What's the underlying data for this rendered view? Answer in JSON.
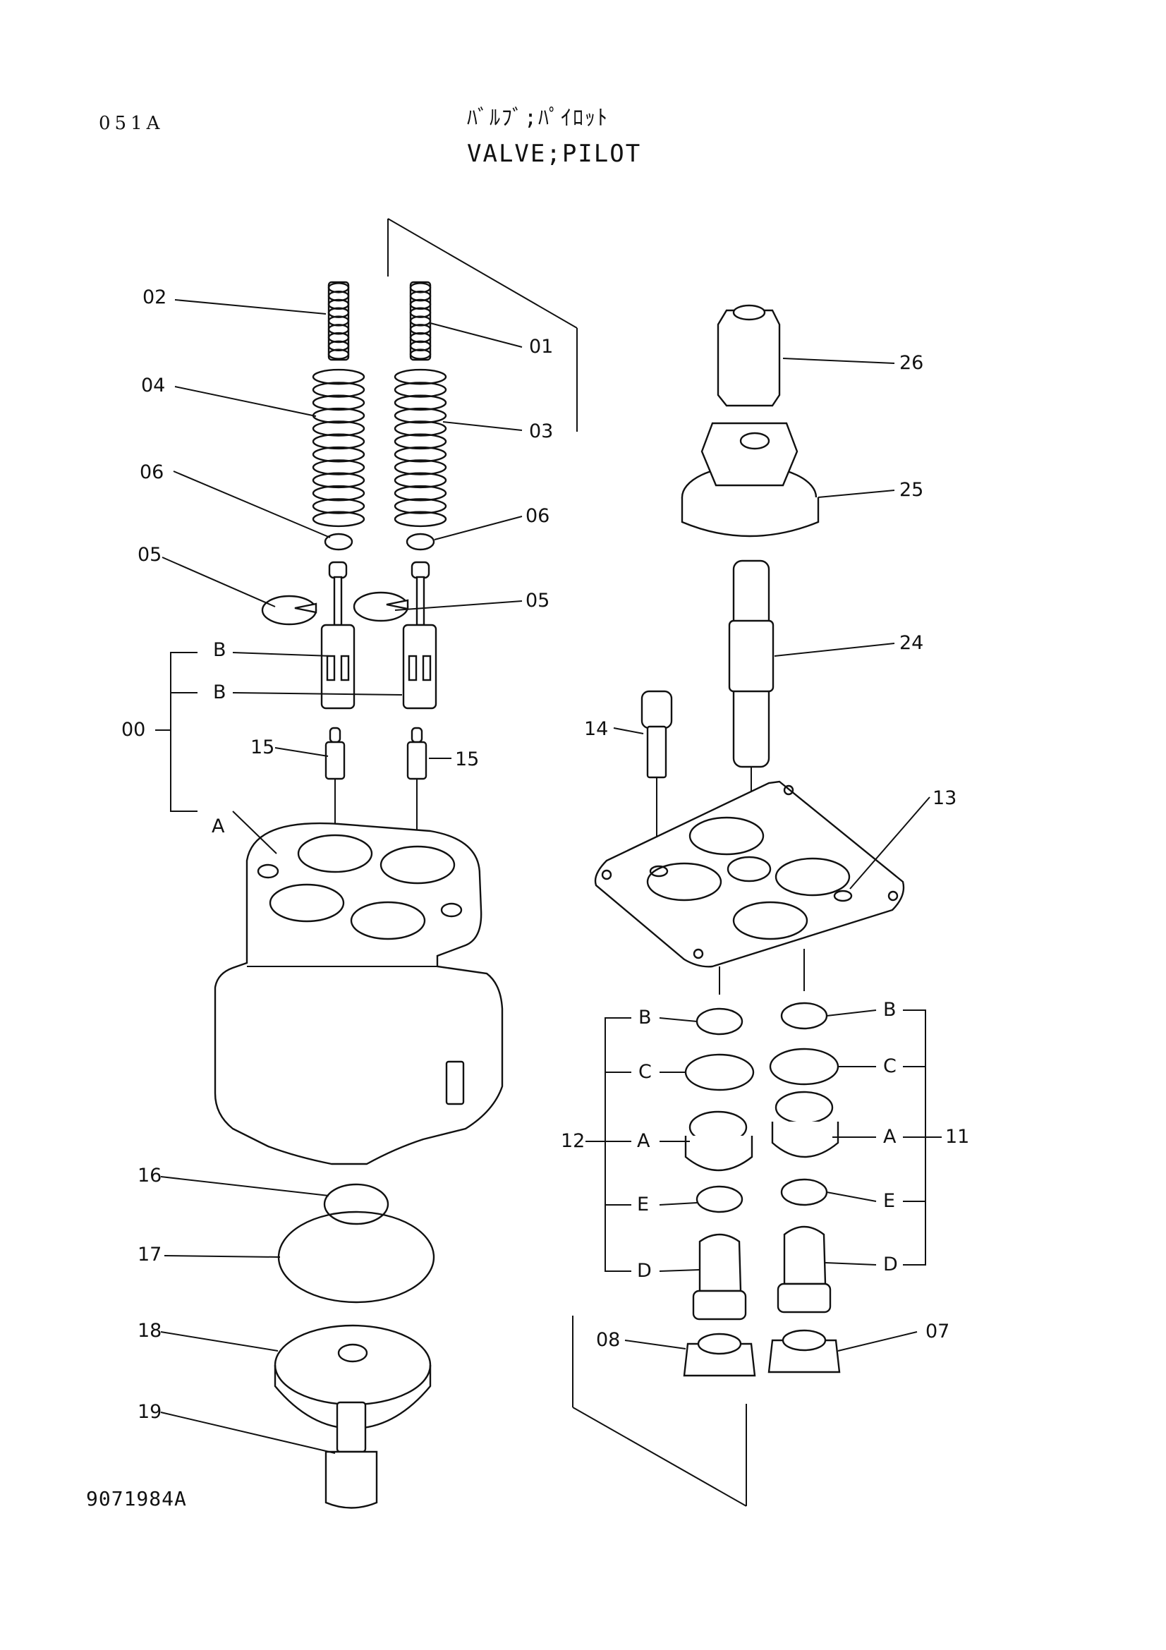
{
  "header": {
    "sheet_code": "051A",
    "title_jp": "ﾊﾞﾙﾌﾞ;ﾊﾟｲﾛｯﾄ",
    "title_en": "VALVE;PILOT"
  },
  "footer": {
    "drawing_number": "9071984A"
  },
  "callouts": {
    "c00": "00",
    "c01": "01",
    "c02": "02",
    "c03": "03",
    "c04": "04",
    "c05a": "05",
    "c05b": "05",
    "c06a": "06",
    "c06b": "06",
    "c07": "07",
    "c08": "08",
    "c11": "11",
    "c12": "12",
    "c13": "13",
    "c14": "14",
    "c15a": "15",
    "c15b": "15",
    "c16": "16",
    "c17": "17",
    "c18": "18",
    "c19": "19",
    "c24": "24",
    "c25": "25",
    "c26": "26"
  },
  "subparts": {
    "a_left": "A",
    "b_left1": "B",
    "b_left2": "B",
    "b12": "B",
    "c12": "C",
    "a12": "A",
    "e12": "E",
    "d12": "D",
    "b11": "B",
    "c11": "C",
    "a11": "A",
    "e11": "E",
    "d11": "D"
  }
}
